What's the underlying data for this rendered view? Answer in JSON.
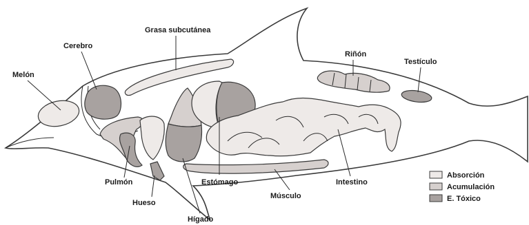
{
  "labels": {
    "melon": "Melón",
    "cerebro": "Cerebro",
    "grasa": "Grasa subcutánea",
    "rinon": "Riñón",
    "testiculo": "Testículo",
    "pulmon": "Pulmón",
    "hueso": "Hueso",
    "higado": "Hígado",
    "estomago": "Estómago",
    "musculo": "Músculo",
    "intestino": "Intestino"
  },
  "legend": [
    {
      "label": "Absorción",
      "color": "#eeeae8"
    },
    {
      "label": "Acumulación",
      "color": "#d6d0ce"
    },
    {
      "label": "E. Tóxico",
      "color": "#a8a2a0"
    }
  ],
  "colors": {
    "absorcion": "#eeeae8",
    "acumulacion": "#d6d0ce",
    "toxico": "#a8a2a0",
    "outline": "#3a3a3a"
  }
}
